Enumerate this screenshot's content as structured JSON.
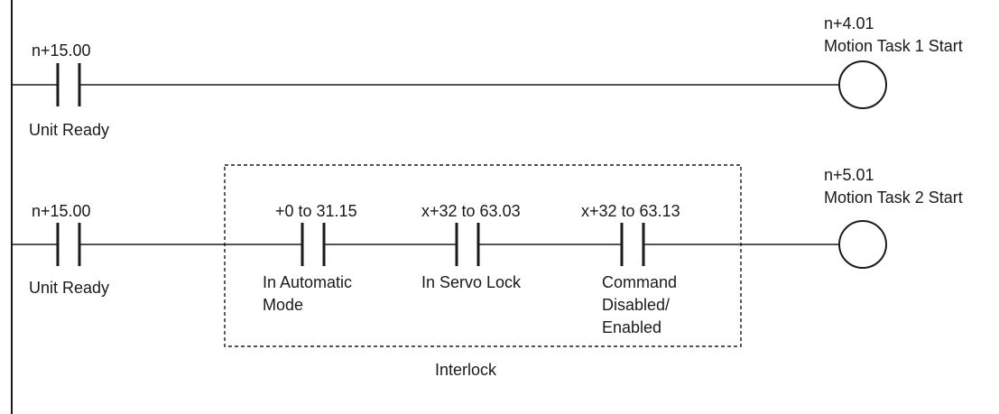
{
  "rungs": [
    {
      "contacts": [
        {
          "address": "n+15.00",
          "label_lines": [
            "Unit Ready"
          ]
        }
      ],
      "coil": {
        "address": "n+4.01",
        "label": "Motion Task 1 Start"
      }
    },
    {
      "contacts": [
        {
          "address": "n+15.00",
          "label_lines": [
            "Unit Ready"
          ]
        },
        {
          "address": "+0 to 31.15",
          "label_lines": [
            "In Automatic",
            "Mode"
          ]
        },
        {
          "address": "x+32 to 63.03",
          "label_lines": [
            "In Servo Lock"
          ]
        },
        {
          "address": "x+32 to 63.13",
          "label_lines": [
            "Command",
            "Disabled/",
            "Enabled"
          ]
        }
      ],
      "coil": {
        "address": "n+5.01",
        "label": "Motion Task 2 Start"
      }
    }
  ],
  "interlock": {
    "label": "Interlock"
  }
}
